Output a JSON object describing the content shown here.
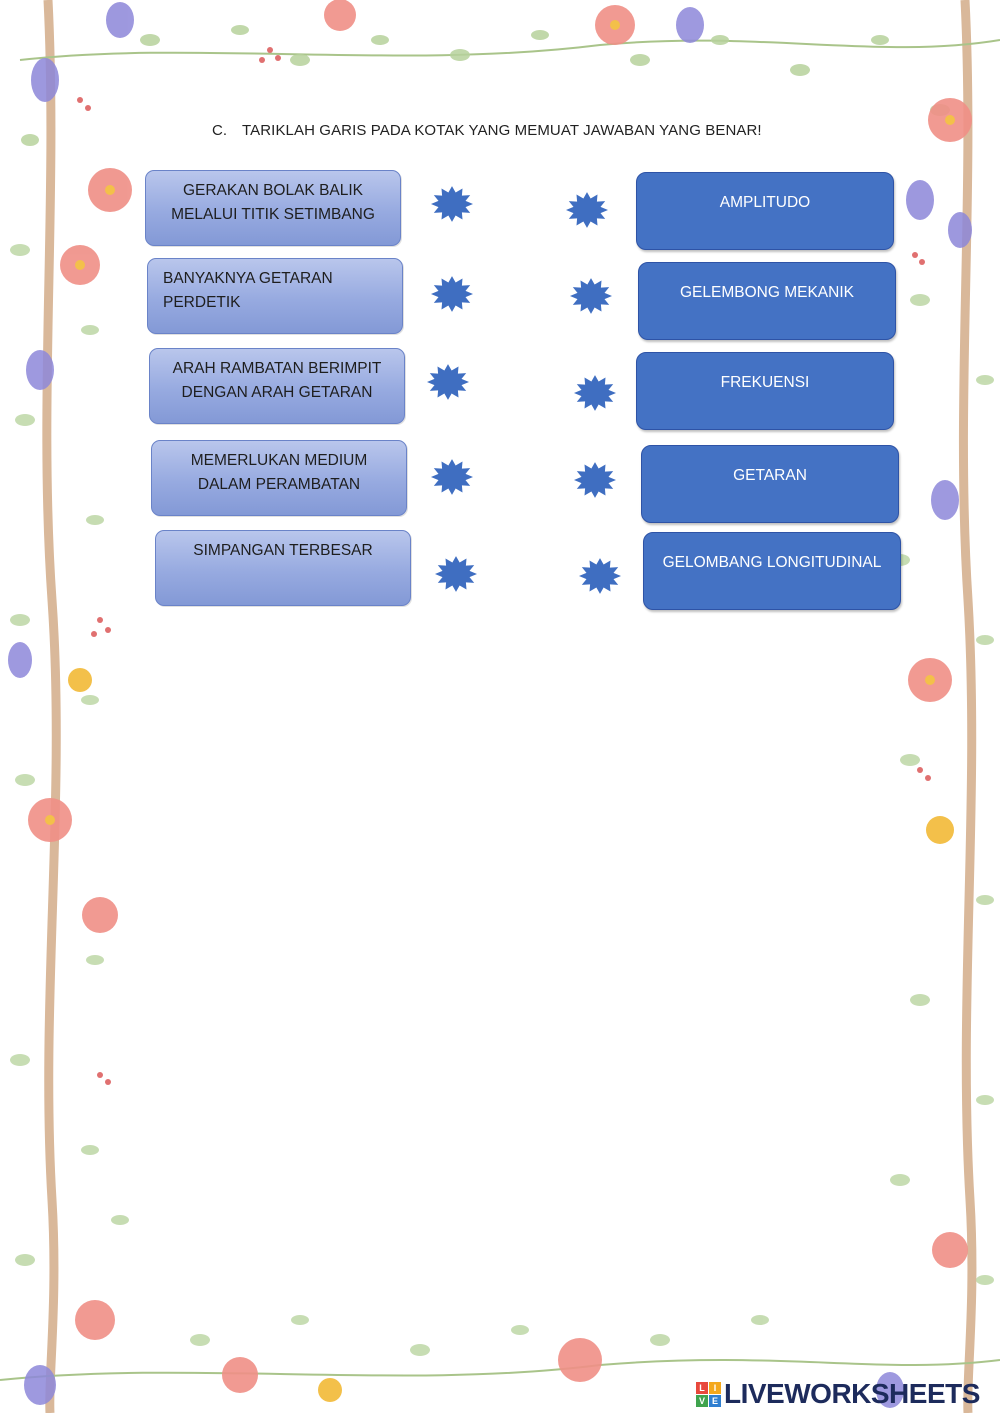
{
  "worksheet": {
    "section_label": "C.",
    "instruction": "TARIKLAH GARIS PADA KOTAK YANG MEMUAT JAWABAN YANG BENAR!",
    "questions": [
      {
        "line1": "GERAKAN BOLAK BALIK",
        "line2": "MELALUI TITIK SETIMBANG"
      },
      {
        "line1": "BANYAKNYA GETARAN",
        "line2": "PERDETIK"
      },
      {
        "line1": "ARAH RAMBATAN BERIMPIT",
        "line2": "DENGAN ARAH GETARAN"
      },
      {
        "line1": "MEMERLUKAN MEDIUM",
        "line2": "DALAM PERAMBATAN"
      },
      {
        "line1": "SIMPANGAN TERBESAR",
        "line2": ""
      }
    ],
    "answers": [
      {
        "label": "AMPLITUDO"
      },
      {
        "label": "GELEMBONG MEKANIK"
      },
      {
        "label": "FREKUENSI"
      },
      {
        "label": "GETARAN"
      },
      {
        "label": "GELOMBANG LONGITUDINAL"
      }
    ]
  },
  "branding": {
    "logo_letters": [
      "L",
      "I",
      "V",
      "E"
    ],
    "name": "LIVEWORKSHEETS"
  },
  "colors": {
    "question_box": "#97aae0",
    "answer_box": "#4472c4",
    "connector_star": "#3f6ec1",
    "brand_text": "#1d2b5c"
  },
  "icons": {
    "connector": "star-burst-icon",
    "border": "floral-border"
  }
}
